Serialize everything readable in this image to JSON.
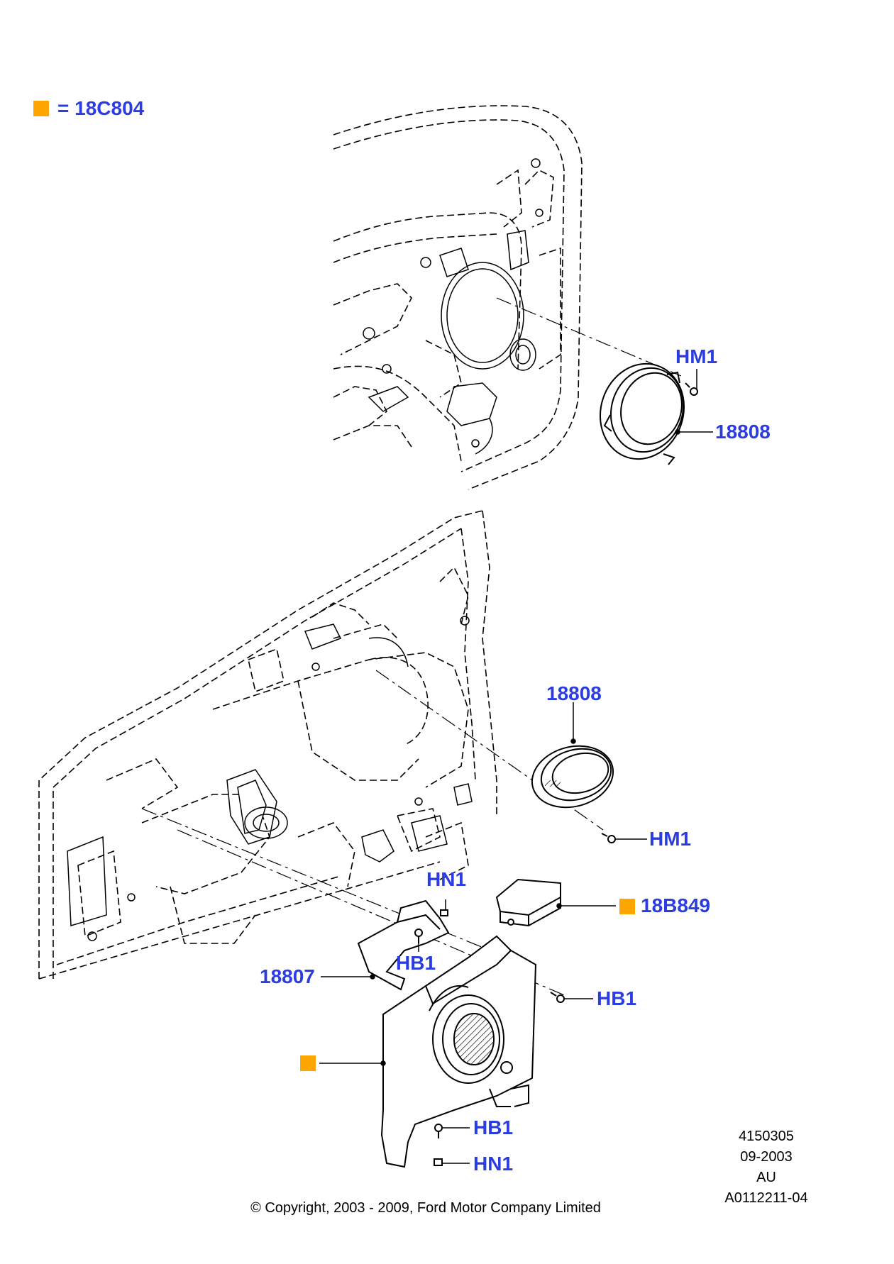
{
  "legend": {
    "swatch_color": "#ffa500",
    "text": "= 18C804"
  },
  "callouts": {
    "hm1_upper": "HM1",
    "speaker_upper": "18808",
    "speaker_lower": "18808",
    "hm1_lower": "HM1",
    "hn1_upper": "HN1",
    "amplifier": "18B849",
    "hb1_upper": "HB1",
    "bracket": "18807",
    "hb1_right": "HB1",
    "hb1_lower": "HB1",
    "hn1_lower": "HN1"
  },
  "colors": {
    "callout_text": "#2b3de0",
    "highlight": "#ffa500",
    "linework": "#000000"
  },
  "info_block": {
    "line1": "4150305",
    "line2": "09-2003",
    "line3": "AU",
    "line4": "A0112211-04"
  },
  "copyright": "© Copyright, 2003 - 2009, Ford Motor Company Limited"
}
